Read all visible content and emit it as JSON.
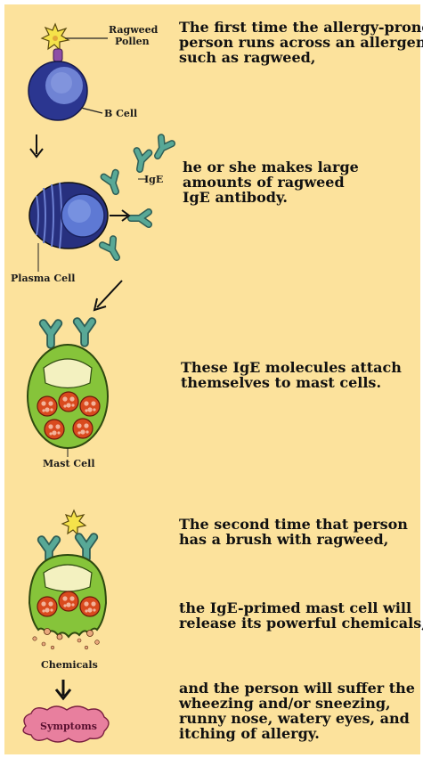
{
  "labels": {
    "ragweed_line1": "Ragweed",
    "ragweed_line2": "Pollen",
    "b_cell": "B Cell",
    "ige": "IgE",
    "plasma_cell": "Plasma Cell",
    "mast_cell": "Mast Cell",
    "chemicals": "Chemicals",
    "symptoms": "Symptoms"
  },
  "steps": [
    {
      "lines": [
        "The first time the allergy-prone",
        "person runs across an allergen",
        "such as ragweed,"
      ]
    },
    {
      "lines": [
        "he or she makes large",
        "amounts of ragweed",
        "IgE antibody."
      ]
    },
    {
      "lines": [
        "These IgE molecules attach",
        "themselves to mast cells."
      ]
    },
    {
      "lines": [
        "The second time that person",
        "has a brush with ragweed,"
      ]
    },
    {
      "lines": [
        "the IgE-primed mast cell will",
        "release its powerful chemicals,"
      ]
    },
    {
      "lines": [
        "and the person will suffer the",
        "wheezing and/or sneezing,",
        "runny nose, watery eyes, and",
        "itching of allergy."
      ]
    }
  ],
  "colors": {
    "background": "#fce29c",
    "cell_blue": "#2e3d9c",
    "antibody": "#4f9f8e",
    "mast_cell": "#86c43a",
    "granule": "#d64419",
    "pollen": "#f6e24a",
    "symptoms_cloud": "#e8779a"
  },
  "icons": [
    "pollen-icon",
    "b-cell-icon",
    "antibody-icon",
    "plasma-cell-icon",
    "mast-cell-icon",
    "chemical-droplet-icon",
    "symptoms-cloud-icon",
    "arrow-icon"
  ]
}
